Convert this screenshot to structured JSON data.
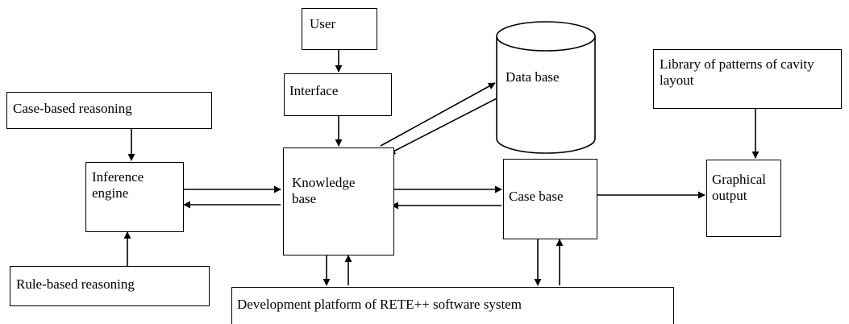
{
  "nodes": {
    "user": "User",
    "interface": "Interface",
    "data_base": "Data base",
    "library": "Library of patterns of cavity\nlayout",
    "case_based": "Case-based reasoning",
    "inference": "Inference\nengine",
    "knowledge": "Knowledge\nbase",
    "case_base": "Case base",
    "graphical": "Graphical\noutput",
    "rule_based": "Rule-based reasoning",
    "platform": "Development platform of RETE++ software system"
  }
}
